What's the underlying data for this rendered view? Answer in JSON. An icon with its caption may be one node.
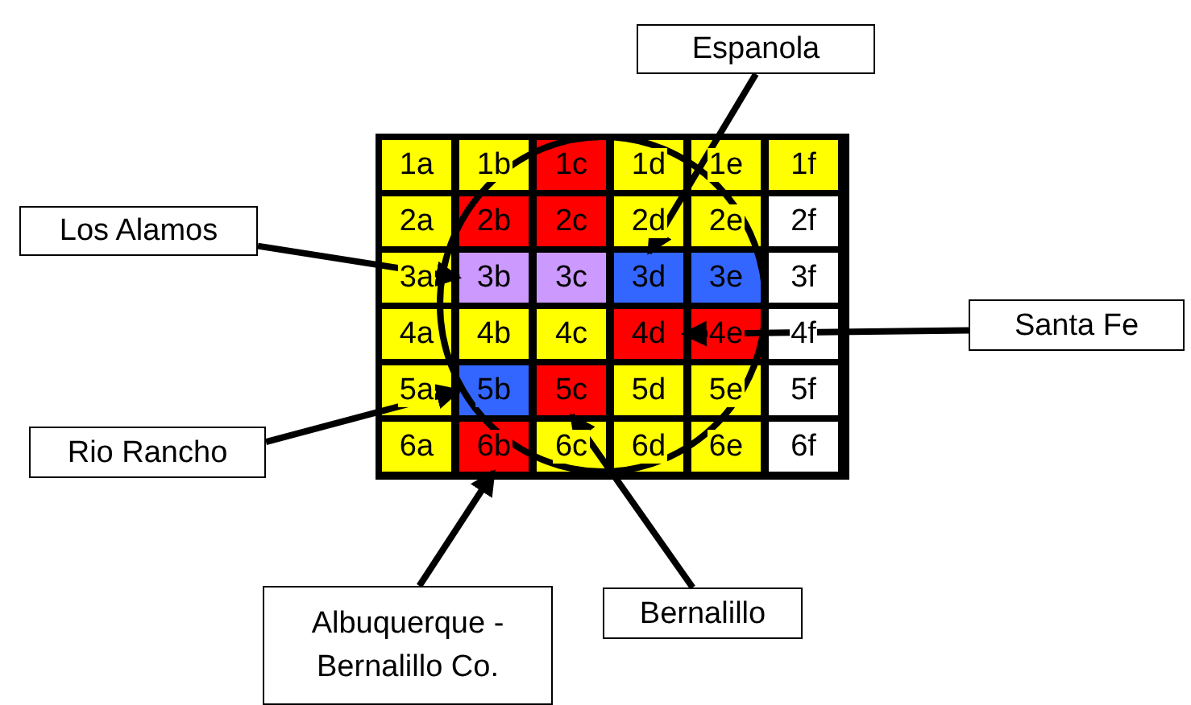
{
  "diagram": {
    "nodes": [
      {
        "text": [
          "1a"
        ]
      },
      {
        "text": [
          "1b"
        ]
      },
      {
        "text": [
          "1c"
        ]
      },
      {
        "text": [
          "1d"
        ]
      },
      {
        "text": [
          "1e"
        ]
      },
      {
        "text": [
          "1f"
        ]
      },
      {
        "text": [
          "2a"
        ]
      },
      {
        "text": [
          "2b"
        ]
      },
      {
        "text": [
          "2c"
        ]
      },
      {
        "text": [
          "2d"
        ]
      },
      {
        "text": [
          "2e"
        ]
      },
      {
        "text": [
          "2f"
        ]
      },
      {
        "text": [
          "3a"
        ]
      },
      {
        "text": [
          "3b"
        ]
      },
      {
        "text": [
          "3c"
        ]
      },
      {
        "text": [
          "3d"
        ]
      },
      {
        "text": [
          "3e"
        ]
      },
      {
        "text": [
          "3f"
        ]
      },
      {
        "text": [
          "4a"
        ]
      },
      {
        "text": [
          "4b"
        ]
      },
      {
        "text": [
          "4c"
        ]
      },
      {
        "text": [
          "4d"
        ]
      },
      {
        "text": [
          "4e"
        ]
      },
      {
        "text": [
          "4f"
        ]
      },
      {
        "text": [
          "5a"
        ]
      },
      {
        "text": [
          "5b"
        ]
      },
      {
        "text": [
          "5c"
        ]
      },
      {
        "text": [
          "5d"
        ]
      },
      {
        "text": [
          "5e"
        ]
      },
      {
        "text": [
          "5f"
        ]
      },
      {
        "text": [
          "6a"
        ]
      },
      {
        "text": [
          "6b"
        ]
      },
      {
        "text": [
          "6c"
        ]
      },
      {
        "text": [
          "6d"
        ]
      },
      {
        "text": [
          "6e"
        ]
      },
      {
        "text": [
          "6f"
        ]
      },
      {
        "text": [
          "Espanola"
        ]
      },
      {
        "text": [
          "Los Alamos"
        ]
      },
      {
        "text": [
          "Santa Fe"
        ]
      },
      {
        "text": [
          "Rio Rancho"
        ]
      },
      {
        "text": [
          "Albuquerque - Bernalillo Co."
        ]
      },
      {
        "text": [
          "Bernalillo"
        ]
      }
    ],
    "edges": [
      {
        "from": 36,
        "to": 15,
        "arrow": "to"
      },
      {
        "from": 37,
        "to": 13,
        "arrow": "to"
      },
      {
        "from": 38,
        "to": 21,
        "arrow": "to"
      },
      {
        "from": 39,
        "to": 25,
        "arrow": "to"
      },
      {
        "from": 40,
        "to": 31,
        "arrow": "to"
      },
      {
        "from": 41,
        "to": 26,
        "arrow": "to"
      }
    ]
  }
}
